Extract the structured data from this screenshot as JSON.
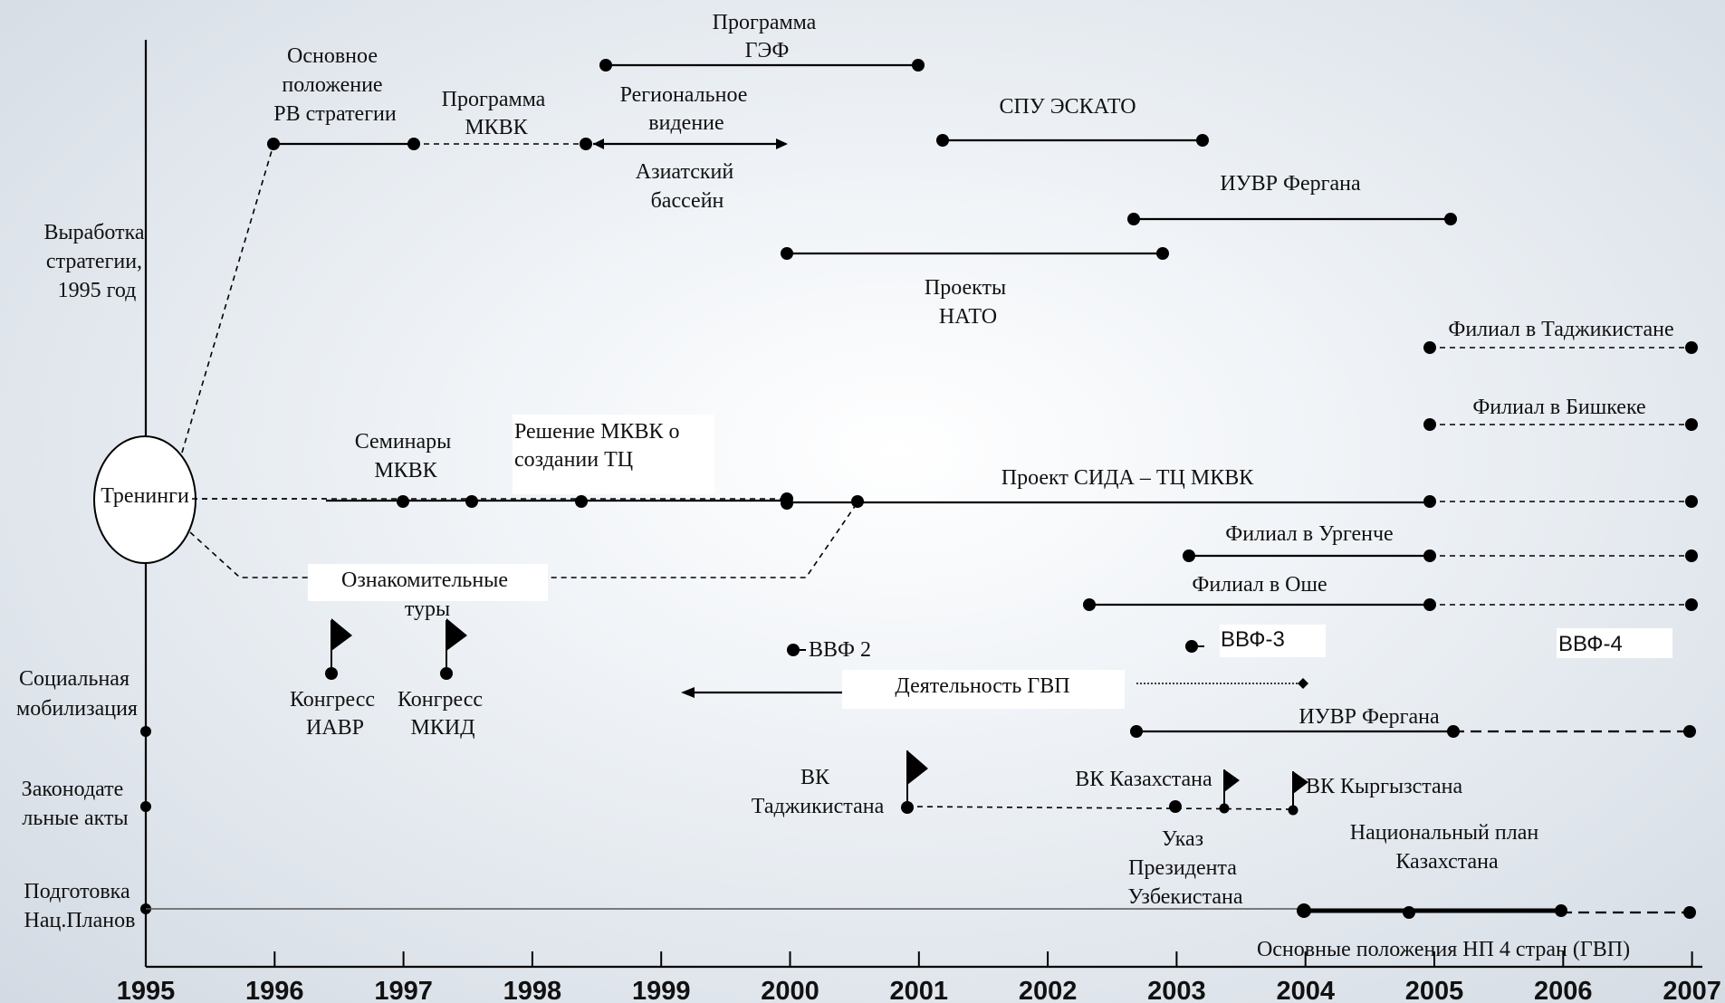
{
  "years": [
    "1995",
    "1996",
    "1997",
    "1998",
    "1999",
    "2000",
    "2001",
    "2002",
    "2003",
    "2004",
    "2005",
    "2006",
    "2007"
  ],
  "left_labels": {
    "strategy": [
      "Выработка",
      "стратегии,",
      "1995 год"
    ],
    "social": [
      "Социальная",
      "мобилизация"
    ],
    "legal": [
      "Законодате",
      "льные акты"
    ],
    "plans": [
      "Подготовка",
      "Нац.Планов"
    ]
  },
  "trainings": "Тренинги",
  "labels": {
    "gef": [
      "Программа",
      "ГЭФ"
    ],
    "basic_rv": [
      "Основное",
      "положение",
      "РВ стратегии"
    ],
    "program_icwc": [
      "Программа",
      "МКВК"
    ],
    "regional_vision": [
      "Региональное",
      "видение"
    ],
    "asian_basin": [
      "Азиатский",
      "бассейн"
    ],
    "spu_escap": "СПУ ЭСКАТО",
    "iwrm_fergana_top": "ИУВР Фергана",
    "nato": [
      "Проекты",
      "НАТО"
    ],
    "branch_tajik": "Филиал в Таджикистане",
    "branch_bishkek": "Филиал в Бишкеке",
    "seminars": [
      "Семинары",
      "МКВК"
    ],
    "decision_tc": [
      "Решение МКВК о",
      "создании ТЦ"
    ],
    "sida": "Проект СИДА – ТЦ МКВК",
    "branch_urgench": "Филиал в Ургенче",
    "branch_osh": "Филиал в Оше",
    "study_tours": [
      "Ознакомительные",
      "туры"
    ],
    "wwf2": "ВВФ 2",
    "wwf3": "ВВФ-3",
    "wwf4": "ВВФ-4",
    "congress_iaabr": [
      "Конгресс",
      "ИАВР"
    ],
    "congress_icid": [
      "Конгресс",
      "МКИД"
    ],
    "gwp": "Деятельность ГВП",
    "iwrm_fergana_bottom": "ИУВР Фергана",
    "wc_tajik": [
      "ВК",
      "Таджикистана"
    ],
    "wc_kazakh": "ВК Казахстана",
    "wc_kyrgyz": "ВК Кыргызстана",
    "decree": [
      "Указ",
      "Президента",
      "Узбекистана"
    ],
    "national_plan_kz": [
      "Национальный план",
      "Казахстана"
    ],
    "basic_np": "Основные положения НП 4 стран (ГВП)"
  }
}
